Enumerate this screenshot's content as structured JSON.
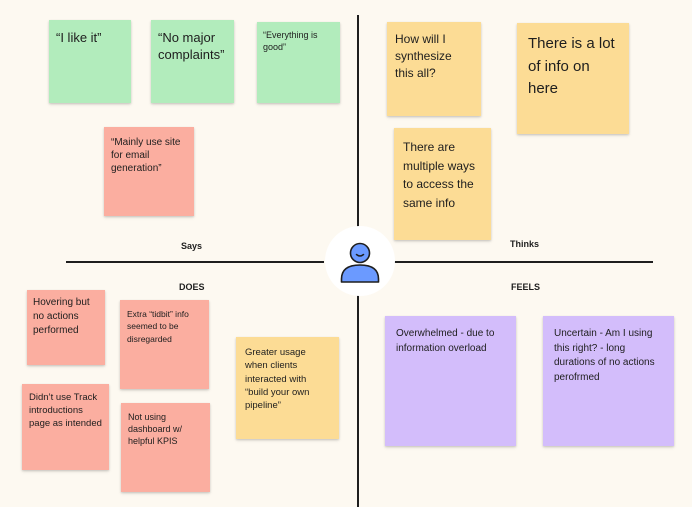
{
  "quadrants": {
    "says": "Says",
    "thinks": "Thinks",
    "does": "DOES",
    "feels": "FEELS"
  },
  "colors": {
    "green": "#b2ecbc",
    "red": "#fbaea0",
    "yellow": "#fcdc95",
    "purple": "#d3bdfb",
    "persona": "#6b9aff"
  },
  "persona": {
    "icon": "user-icon"
  },
  "says_notes": [
    "“I like it”",
    "“No major complaints”",
    "“Everything is good”",
    "“Mainly use site for email generation”"
  ],
  "thinks_notes": [
    "How will I synthesize this all?",
    "There is a lot of info on here",
    "There are multiple ways to access the same info"
  ],
  "does_notes": [
    "Hovering but no actions performed",
    "Extra “tidbit” info seemed  to be disregarded",
    "Didn’t use Track introductions page as intended",
    "Not using dashboard w/ helpful KPIS",
    "Greater usage when clients interacted with “build your own pipeline”"
  ],
  "feels_notes": [
    "Overwhelmed  - due to information overload",
    "Uncertain - Am I using this right? - long durations of no actions perofrmed"
  ]
}
